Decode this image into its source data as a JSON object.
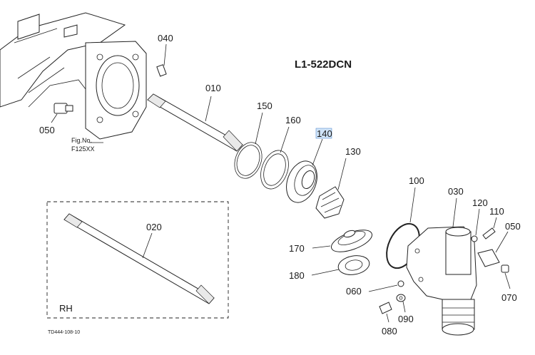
{
  "title": "L1-522DCN",
  "fig_label_1": "Fig.No.",
  "fig_label_2": "F125XX",
  "rh_label": "RH",
  "ref_code": "TD444-108-10",
  "callouts": {
    "c040": "040",
    "c010": "010",
    "c050a": "050",
    "c150": "150",
    "c160": "160",
    "c140": "140",
    "c130": "130",
    "c100": "100",
    "c030": "030",
    "c120": "120",
    "c110": "110",
    "c050b": "050",
    "c020": "020",
    "c170": "170",
    "c180": "180",
    "c060": "060",
    "c070": "070",
    "c090": "090",
    "c080": "080"
  },
  "colors": {
    "highlight": "#cfe3f7",
    "line": "#222222"
  }
}
